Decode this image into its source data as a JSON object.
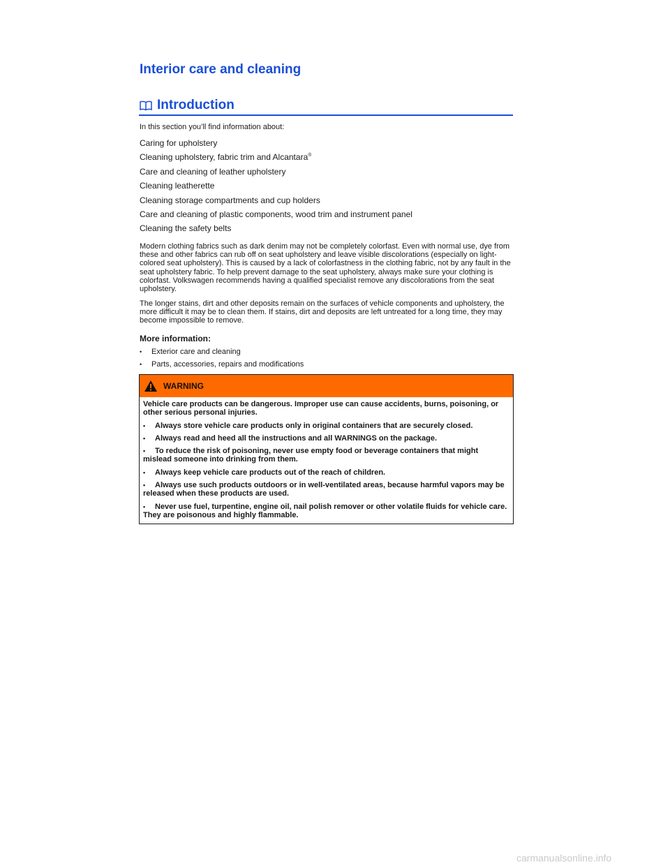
{
  "page": {
    "title": "Interior care and cleaning",
    "section_heading": "Introduction",
    "intro": "In this section you’ll find information about:",
    "topics": [
      {
        "text": "Caring for upholstery",
        "sup": ""
      },
      {
        "text": "Cleaning upholstery, fabric trim and Alcantara",
        "sup": "®"
      },
      {
        "text": "Care and cleaning of leather upholstery",
        "sup": ""
      },
      {
        "text": "Cleaning leatherette",
        "sup": ""
      },
      {
        "text": "Cleaning storage compartments and cup holders",
        "sup": ""
      },
      {
        "text": "Care and cleaning of plastic components, wood trim and instrument panel",
        "sup": ""
      },
      {
        "text": "Cleaning the safety belts",
        "sup": ""
      }
    ],
    "paragraphs": [
      "Modern clothing fabrics such as dark denim may not be completely colorfast. Even with normal use, dye from these and other fabrics can rub off on seat upholstery and leave visible discolorations (especially on light-colored seat upholstery). This is caused by a lack of colorfastness in the clothing fabric, not by any fault in the seat upholstery fabric. To help prevent damage to the seat upholstery, always make sure your clothing is colorfast. Volkswagen recommends having a qualified specialist remove any discolorations from the seat upholstery.",
      "The longer stains, dirt and other deposits remain on the surfaces of vehicle components and upholstery, the more difficult it may be to clean them. If stains, dirt and deposits are left untreated for a long time, they may become impossible to remove."
    ],
    "more_info_heading": "More information:",
    "more_info_items": [
      "Exterior care and cleaning",
      "Parts, accessories, repairs and modifications"
    ]
  },
  "warning": {
    "label": "WARNING",
    "header_color": "#ff6a00",
    "intro": "Vehicle care products can be dangerous. Improper use can cause accidents, burns, poisoning, or other serious personal injuries.",
    "items": [
      "Always store vehicle care products only in original containers that are securely closed.",
      "Always read and heed all the instructions and all WARNINGS on the package.",
      "To reduce the risk of poisoning, never use empty food or beverage containers that might mislead someone into drinking from them.",
      "Always keep vehicle care products out of the reach of children.",
      "Always use such products outdoors or in well-ventilated areas, because harmful vapors may be released when these products are used.",
      "Never use fuel, turpentine, engine oil, nail polish remover or other volatile fluids for vehicle care. They are poisonous and highly flammable."
    ]
  },
  "bullet_char": "•",
  "accent_color": "#1a4fd6",
  "watermark": "carmanualsonline.info"
}
